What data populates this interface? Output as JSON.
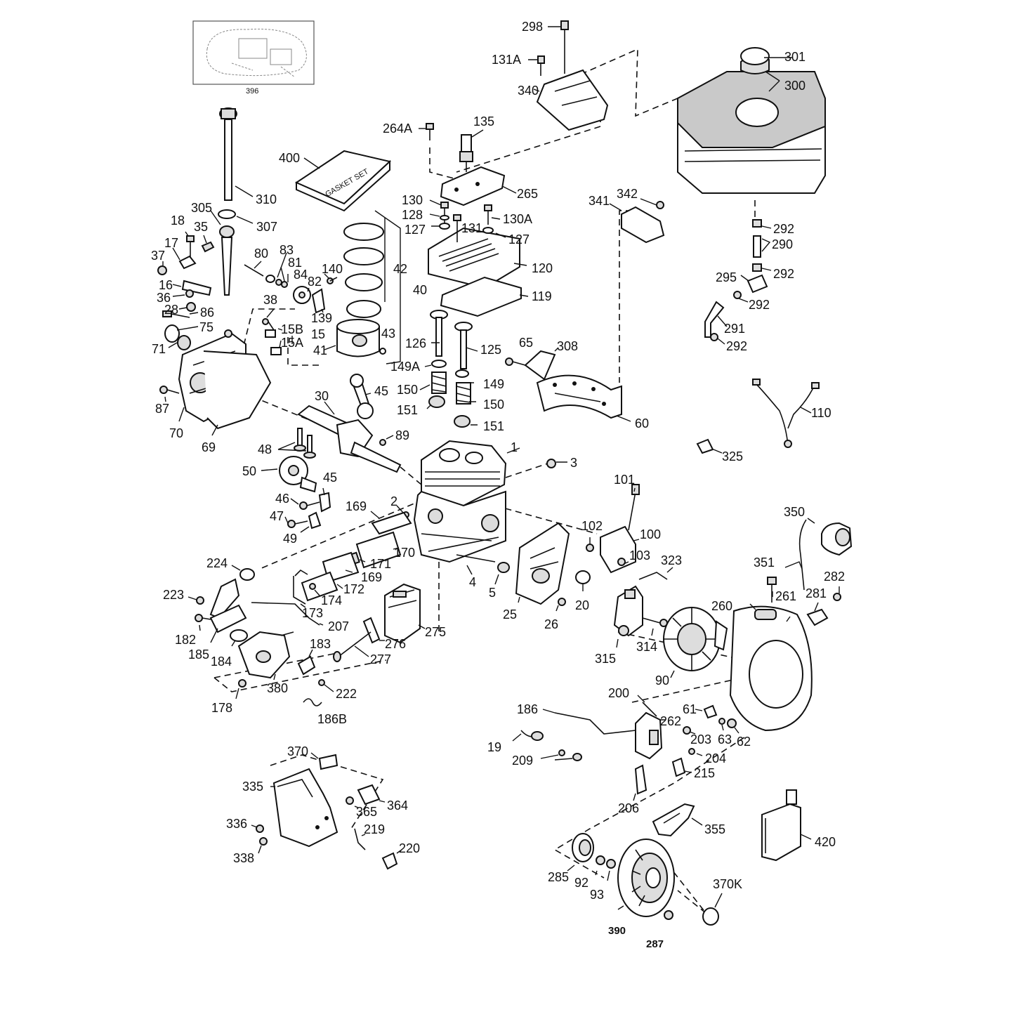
{
  "inset_label": "396",
  "gasket_set_text": "GASKET SET",
  "labels": {
    "p298": "298",
    "p131A": "131A",
    "p340": "340",
    "p301": "301",
    "p300": "300",
    "p264A": "264A",
    "p135": "135",
    "p400": "400",
    "p265": "265",
    "p310": "310",
    "p305": "305",
    "p307": "307",
    "p130": "130",
    "p128": "128",
    "p127a": "127",
    "p131": "131",
    "p130A": "130A",
    "p127b": "127",
    "p341": "341",
    "p342": "342",
    "p292a": "292",
    "p290": "290",
    "p18": "18",
    "p35": "35",
    "p17": "17",
    "p37": "37",
    "p80": "80",
    "p83": "83",
    "p81": "81",
    "p84": "84",
    "p120": "120",
    "p42": "42",
    "p292b": "292",
    "p295": "295",
    "p16": "16",
    "p36": "36",
    "p140": "140",
    "p82": "82",
    "p40": "40",
    "p119": "119",
    "p292c": "292",
    "p28": "28",
    "p86": "86",
    "p38": "38",
    "p139": "139",
    "p291": "291",
    "p75": "75",
    "p15B": "15B",
    "p15": "15",
    "p15A": "15A",
    "p43": "43",
    "p71": "71",
    "p41": "41",
    "p126": "126",
    "p65": "65",
    "p308": "308",
    "p125": "125",
    "p292d": "292",
    "p149A": "149A",
    "p150a": "150",
    "p149": "149",
    "p45a": "45",
    "p30": "30",
    "p87": "87",
    "p151a": "151",
    "p150b": "150",
    "p110": "110",
    "p70": "70",
    "p69": "69",
    "p60": "60",
    "p151b": "151",
    "p48": "48",
    "p89": "89",
    "p1": "1",
    "p325": "325",
    "p50": "50",
    "p3": "3",
    "p45b": "45",
    "p101": "101",
    "p46": "46",
    "p2": "2",
    "p169a": "169",
    "p47": "47",
    "p350": "350",
    "p102": "102",
    "p49": "49",
    "p100": "100",
    "p170": "170",
    "p171": "171",
    "p103": "103",
    "p323": "323",
    "p351": "351",
    "p224": "224",
    "p169b": "169",
    "p282": "282",
    "p172": "172",
    "p4": "4",
    "p261": "261",
    "p174": "174",
    "p281": "281",
    "p223": "223",
    "p5": "5",
    "p20": "20",
    "p260": "260",
    "p173": "173",
    "p25": "25",
    "p26": "26",
    "p207": "207",
    "p275": "275",
    "p182": "182",
    "p314": "314",
    "p276": "276",
    "p185": "185",
    "p184": "184",
    "p183": "183",
    "p315": "315",
    "p277": "277",
    "p90": "90",
    "p380": "380",
    "p222": "222",
    "p200": "200",
    "p178": "178",
    "p186B": "186B",
    "p61": "61",
    "p186": "186",
    "p262": "262",
    "p203": "203",
    "p63": "63",
    "p62": "62",
    "p19": "19",
    "p370": "370",
    "p209": "209",
    "p204": "204",
    "p215": "215",
    "p335": "335",
    "p364": "364",
    "p365": "365",
    "p206": "206",
    "p336": "336",
    "p219": "219",
    "p355": "355",
    "p420": "420",
    "p338": "338",
    "p220": "220",
    "p285": "285",
    "p92": "92",
    "p93": "93",
    "p370K": "370K",
    "p390": "390",
    "p287": "287"
  }
}
